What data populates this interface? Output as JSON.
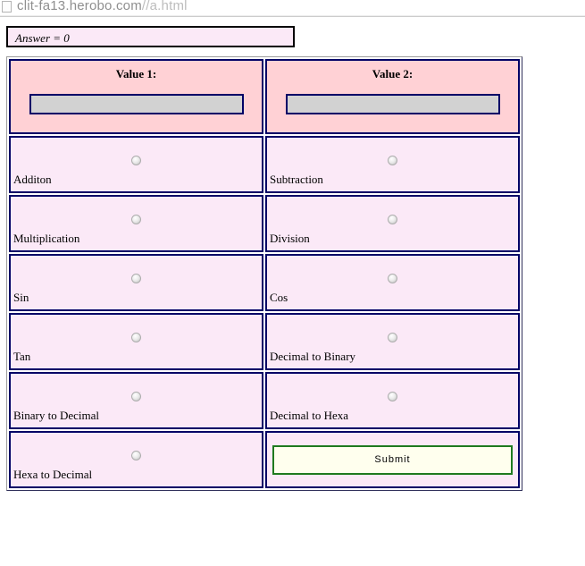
{
  "tab": {
    "title_host": "clit-fa13.herobo.com",
    "title_path": "//a.html"
  },
  "answer": {
    "text": "Answer = 0"
  },
  "table": {
    "headers": [
      {
        "label": "Value 1:",
        "value": ""
      },
      {
        "label": "Value 2:",
        "value": ""
      }
    ],
    "rows": [
      {
        "left": "Additon",
        "right": "Subtraction"
      },
      {
        "left": "Multiplication",
        "right": "Division"
      },
      {
        "left": "Sin",
        "right": "Cos"
      },
      {
        "left": "Tan",
        "right": "Decimal to Binary"
      },
      {
        "left": "Binary to Decimal",
        "right": "Decimal to Hexa"
      },
      {
        "left": "Hexa to Decimal"
      }
    ],
    "submit_label": "Submit"
  },
  "colors": {
    "header_bg": "#ffd1d5",
    "cell_bg": "#fbe9f7",
    "cell_border": "#000066",
    "input_bg": "#d2d2d2",
    "input_border": "#000066",
    "submit_bg": "#ffffee",
    "submit_border": "#1f7a1f",
    "answer_border": "#000000"
  }
}
